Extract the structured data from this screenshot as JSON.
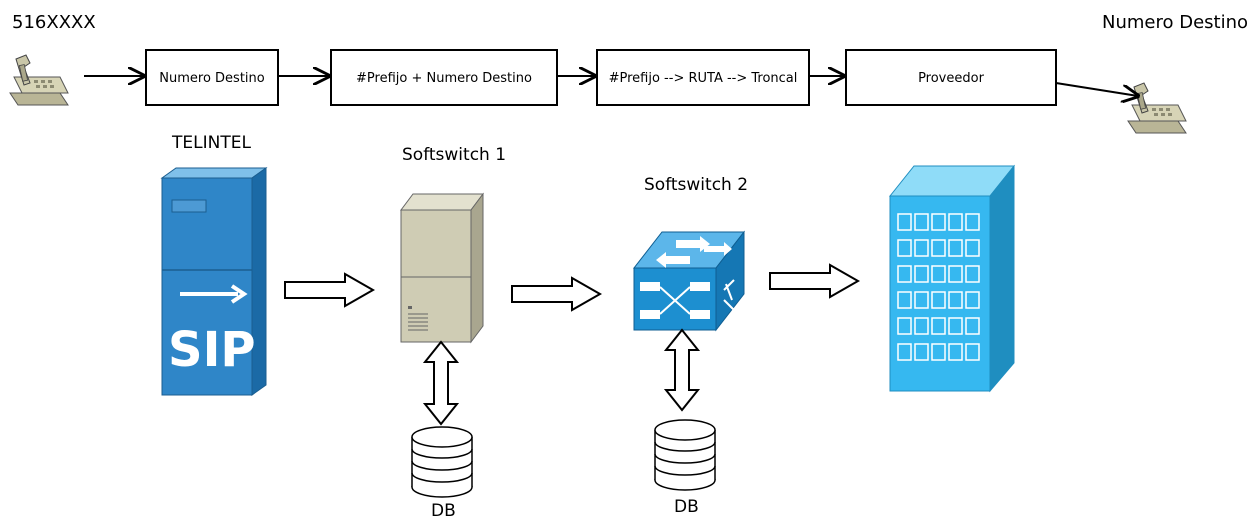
{
  "caller": {
    "number": "516XXXX"
  },
  "callee": {
    "label": "Numero Destino"
  },
  "flow_steps": [
    {
      "label": "Numero Destino"
    },
    {
      "label": "#Prefijo + Numero Destino"
    },
    {
      "label": "#Prefijo --> RUTA --> Troncal"
    },
    {
      "label": "Proveedor"
    }
  ],
  "nodes": {
    "telintel": {
      "label": "TELINTEL",
      "badge": "SIP"
    },
    "softswitch1": {
      "label": "Softswitch 1",
      "db_label": "DB"
    },
    "softswitch2": {
      "label": "Softswitch 2",
      "db_label": "DB"
    },
    "provider_building": {
      "label": ""
    }
  },
  "icons": {
    "caller_phone": "telephone-icon",
    "callee_phone": "telephone-icon",
    "telintel": "sip-server-icon",
    "softswitch1": "server-tower-icon",
    "softswitch2": "network-switch-icon",
    "db": "database-icon",
    "provider": "office-building-icon"
  },
  "colors": {
    "sip_blue": "#2f86c8",
    "switch_blue": "#1d8fd0",
    "building_blue": "#36b8f0",
    "server_beige": "#cfccb4",
    "phone_beige": "#d7d4b6"
  }
}
